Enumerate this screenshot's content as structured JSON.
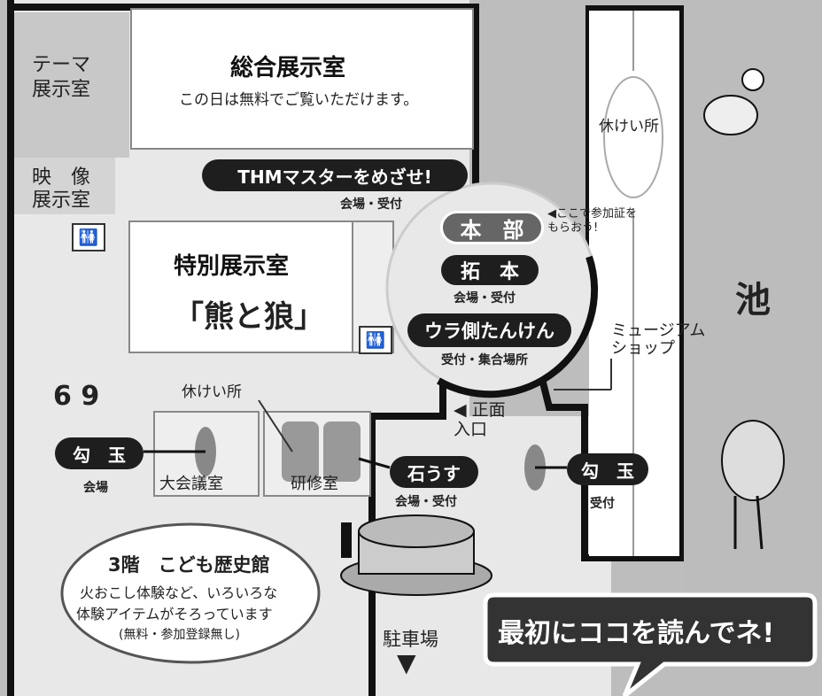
{
  "rooms": {
    "theme": "テーマ\n展示室",
    "video_1": "映　像",
    "video_2": "展示室",
    "general_title": "総合展示室",
    "general_sub": "この日は無料でご覧いただけます。",
    "special_title": "特別展示室",
    "special_sub": "「熊と狼」",
    "meeting": "大会議室",
    "training": "研修室",
    "rest_top": "休けい所",
    "rest_mid": "休けい所"
  },
  "events": {
    "thm": "THMマスターをめざせ!",
    "thm_sub": "会場・受付",
    "honbu": "本　部",
    "honbu_note": "◀ここで参加証を\nもらおう!",
    "takuhon": "拓　本",
    "takuhon_sub": "会場・受付",
    "ura": "ウラ側たんけん",
    "ura_sub": "受付・集合場所",
    "ishiusu": "石うす",
    "ishiusu_sub": "会場・受付",
    "magatama_left": "勾　玉",
    "magatama_left_sub": "会場",
    "magatama_right": "勾　玉",
    "magatama_right_sub": "受付"
  },
  "places": {
    "entrance": "◀ 正面\n入口",
    "shop": "ミュージアム\nショップ",
    "pond": "池",
    "parking": "駐車場",
    "parking_arrow": "▼"
  },
  "kids": {
    "title": "3階　こども歴史館",
    "line1": "火おこし体験など、いろいろな",
    "line2": "体験アイテムがそろっています",
    "line3": "(無料・参加登録無し)"
  },
  "callout": "最初にココを読んでネ!",
  "icons": {
    "restroom": "restroom-icon",
    "magatama": "magatama-icon"
  }
}
